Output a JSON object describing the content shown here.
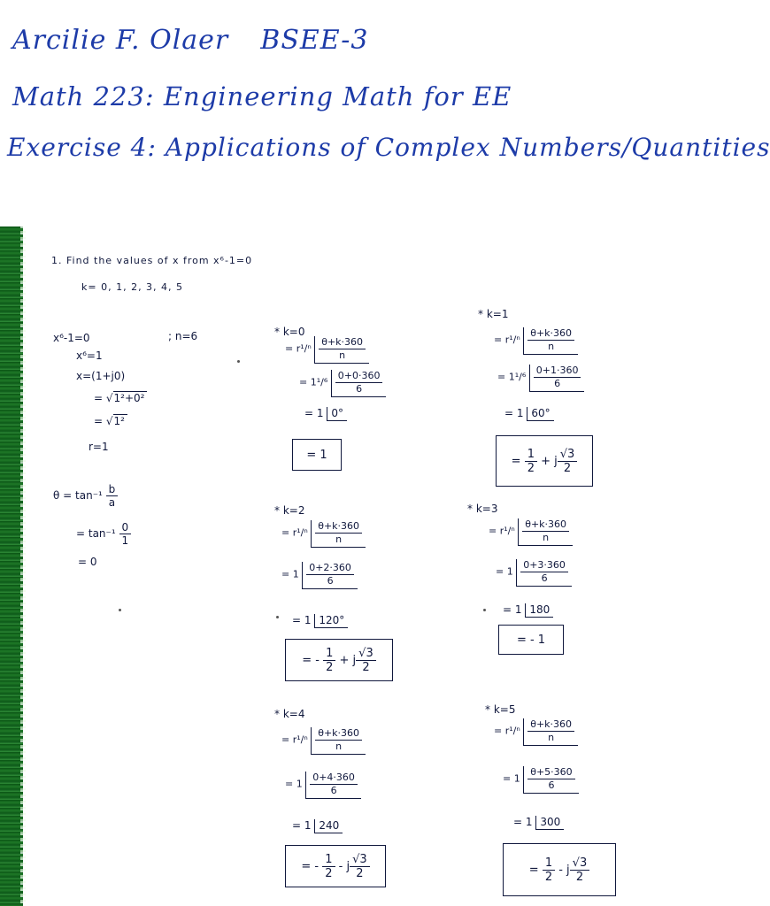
{
  "header": {
    "line1_name": "Arcilie F. Olaer",
    "line1_course": "BSEE-3",
    "line2": "Math 223: Engineering Math for EE",
    "line3": "Exercise 4: Applications of Complex Numbers/Quantities"
  },
  "problem": {
    "statement": "1. Find the values of x from x⁶-1=0",
    "k_values": "k= 0, 1, 2, 3, 4, 5"
  },
  "work": {
    "eq1": "x⁶-1=0",
    "n_note": "; n=6",
    "eq2": "x⁶=1",
    "eq3": "x=(1+j0)",
    "eq4": "=",
    "eq4_root": "1²+0²",
    "eq5": "=",
    "eq5_root": "1²",
    "r_result": "r=1",
    "theta1_pre": "θ = tan⁻¹",
    "theta1_num": "b",
    "theta1_den": "a",
    "theta2_pre": "= tan⁻¹",
    "theta2_num": "0",
    "theta2_den": "1",
    "theta3": "= 0"
  },
  "k0": {
    "heading": "* k=0",
    "f1_pre": "= r¹/ⁿ",
    "f1_num": "θ+k·360",
    "f1_den": "n",
    "f2_pre": "= 1¹/⁶",
    "f2_num": "0+0·360",
    "f2_den": "6",
    "f3_pre": "= 1",
    "f3_angle": "0°",
    "answer": "= 1"
  },
  "k1": {
    "heading": "* k=1",
    "f1_pre": "= r¹/ⁿ",
    "f1_num": "θ+k·360",
    "f1_den": "n",
    "f2_pre": "= 1¹/⁶",
    "f2_num": "0+1·360",
    "f2_den": "6",
    "f3_pre": "= 1",
    "f3_angle": "60°",
    "answer_pre": "=",
    "answer_a_num": "1",
    "answer_a_den": "2",
    "answer_mid": "+ j",
    "answer_b_num": "√3",
    "answer_b_den": "2"
  },
  "k2": {
    "heading": "* k=2",
    "f1_pre": "= r¹/ⁿ",
    "f1_num": "θ+k·360",
    "f1_den": "n",
    "f2_pre": "= 1",
    "f2_num": "0+2·360",
    "f2_den": "6",
    "f3_pre": "= 1",
    "f3_angle": "120°",
    "answer_pre": "= -",
    "answer_a_num": "1",
    "answer_a_den": "2",
    "answer_mid": "+ j",
    "answer_b_num": "√3",
    "answer_b_den": "2"
  },
  "k3": {
    "heading": "* k=3",
    "f1_pre": "= r¹/ⁿ",
    "f1_num": "θ+k·360",
    "f1_den": "n",
    "f2_pre": "= 1",
    "f2_num": "0+3·360",
    "f2_den": "6",
    "f3_pre": "= 1",
    "f3_angle": "180",
    "answer": "= - 1"
  },
  "k4": {
    "heading": "* k=4",
    "f1_pre": "= r¹/ⁿ",
    "f1_num": "θ+k·360",
    "f1_den": "n",
    "f2_pre": "= 1",
    "f2_num": "0+4·360",
    "f2_den": "6",
    "f3_pre": "= 1",
    "f3_angle": "240",
    "answer_pre": "= -",
    "answer_a_num": "1",
    "answer_a_den": "2",
    "answer_mid": "- j",
    "answer_b_num": "√3",
    "answer_b_den": "2"
  },
  "k5": {
    "heading": "* k=5",
    "f1_pre": "= r¹/ⁿ",
    "f1_num": "θ+k·360",
    "f1_den": "n",
    "f2_pre": "= 1",
    "f2_num": "θ+5·360",
    "f2_den": "6",
    "f3_pre": "= 1",
    "f3_angle": "300",
    "answer_pre": "=",
    "answer_a_num": "1",
    "answer_a_den": "2",
    "answer_mid": "- j",
    "answer_b_num": "√3",
    "answer_b_den": "2"
  },
  "colors": {
    "header_ink": "#1d3ba8",
    "work_ink": "#10183d",
    "border_green": "#2f7a36"
  }
}
